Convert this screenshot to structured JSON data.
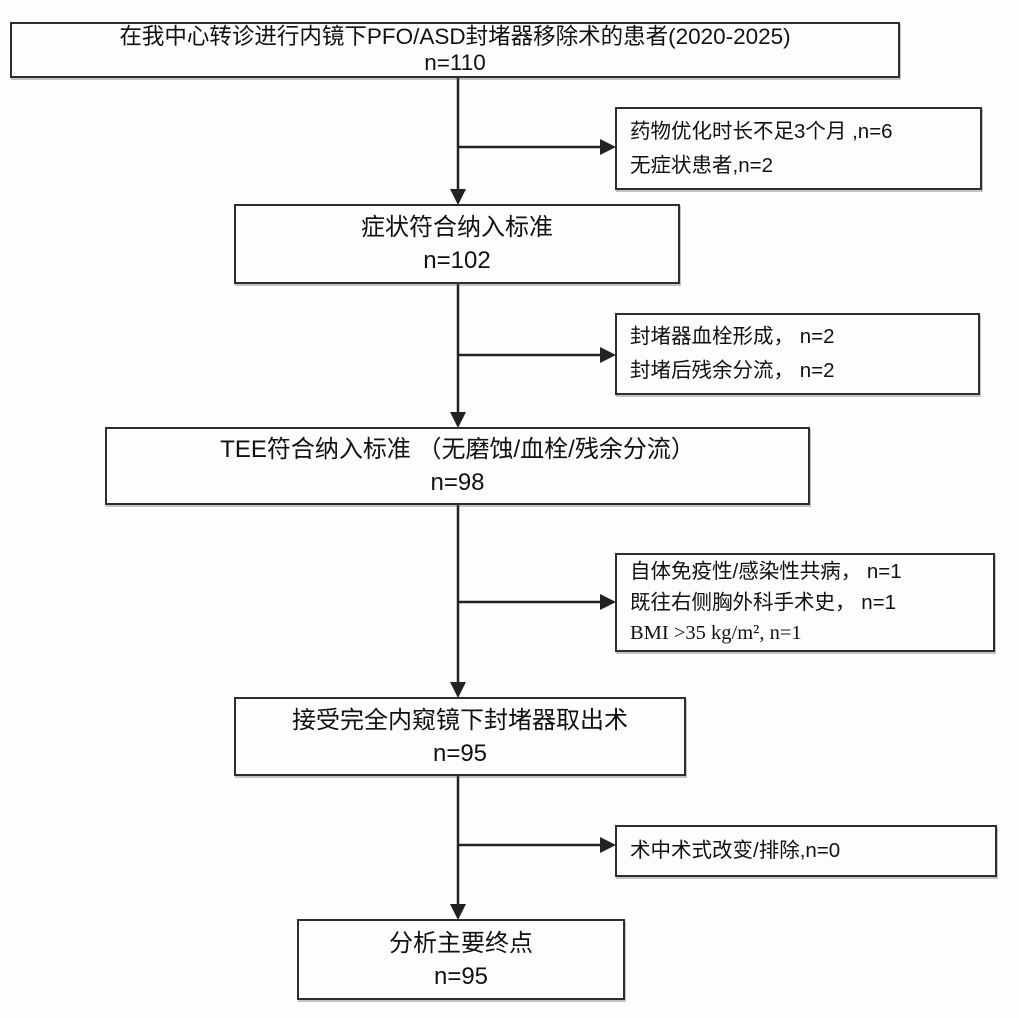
{
  "flow": {
    "main_boxes": [
      {
        "label": "在我中心转诊进行内镜下PFO/ASD封堵器移除术的患者(2020-2025)",
        "count": "n=110"
      },
      {
        "label": "症状符合纳入标准",
        "count": "n=102"
      },
      {
        "label": "TEE符合纳入标准 （无磨蚀/血栓/残余分流）",
        "count": "n=98"
      },
      {
        "label": "接受完全内窥镜下封堵器取出术",
        "count": "n=95"
      },
      {
        "label": "分析主要终点",
        "count": "n=95"
      }
    ],
    "exclusion_boxes": [
      {
        "lines": [
          "药物优化时长不足3个月 ,n=6",
          "无症状患者,n=2"
        ]
      },
      {
        "lines": [
          "封堵器血栓形成， n=2",
          "封堵后残余分流， n=2"
        ]
      },
      {
        "lines": [
          "自体免疫性/感染性共病， n=1",
          "既往右侧胸外科手术史， n=1",
          "BMI >35 kg/m², n=1"
        ]
      },
      {
        "lines": [
          "术中术式改变/排除,n=0"
        ]
      }
    ],
    "colors": {
      "box_border": "#2e2e2e",
      "arrow": "#222222",
      "text": "#111111",
      "background": "#ffffff"
    }
  }
}
